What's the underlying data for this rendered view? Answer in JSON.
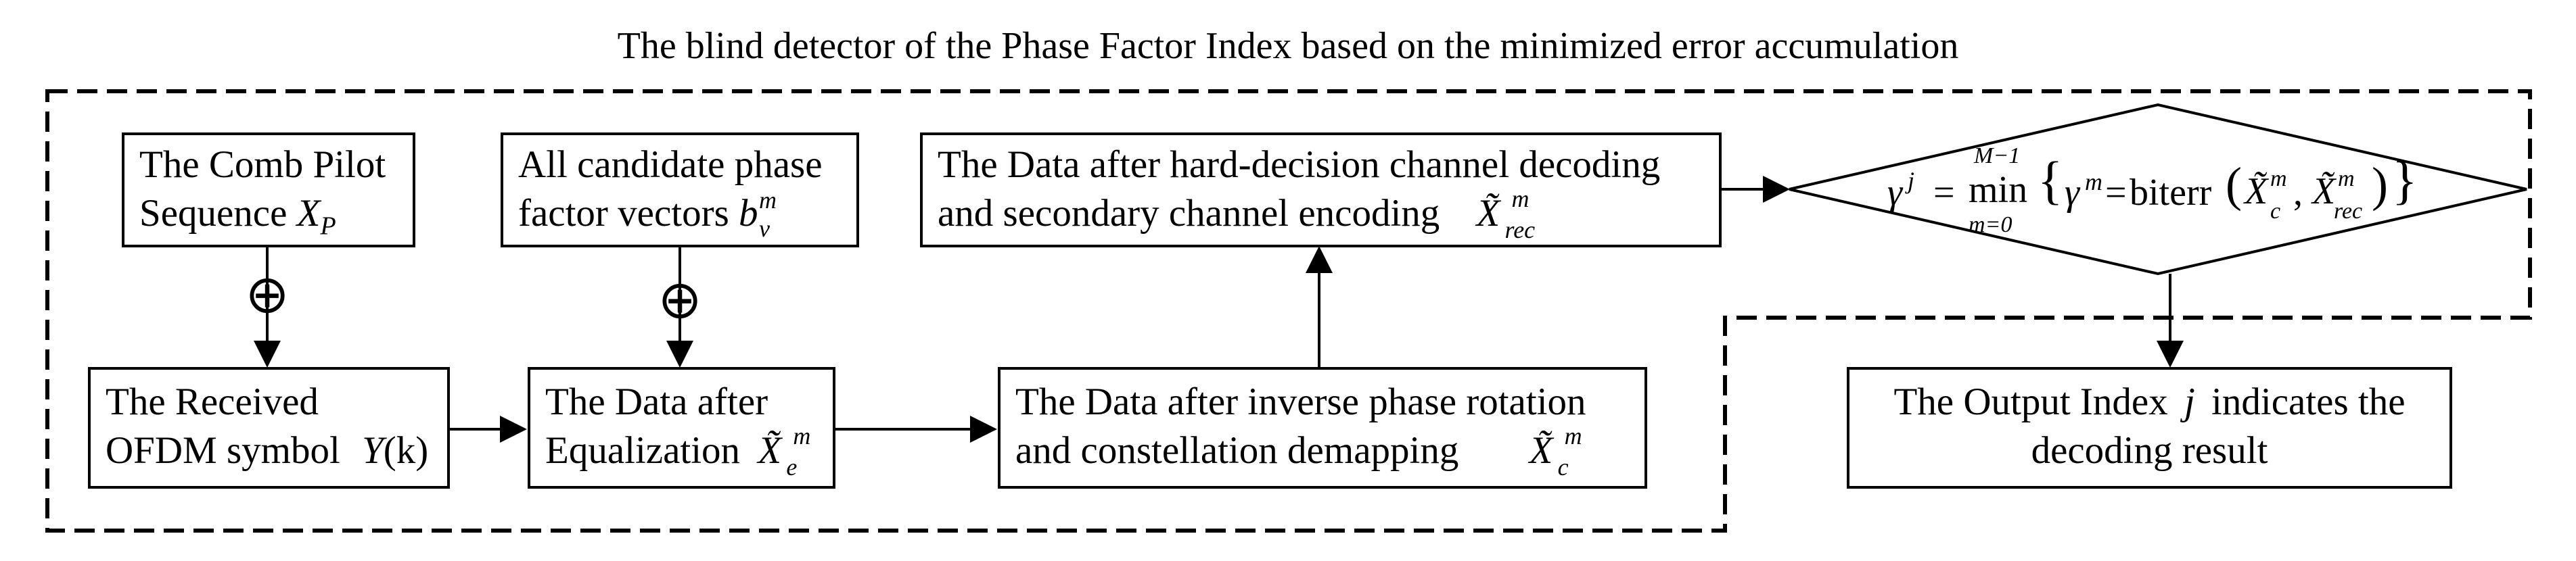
{
  "title": "The blind detector of the Phase Factor Index based on the minimized error accumulation",
  "nodes": {
    "comb_pilot": {
      "line1": "The Comb Pilot",
      "line2": "Sequence",
      "symbol": "X",
      "symbol_sub": "P"
    },
    "candidate": {
      "line1": "All candidate phase",
      "line2": "factor vectors",
      "symbol": "b",
      "symbol_sub": "v",
      "symbol_sup": "m"
    },
    "received": {
      "line1": "The Received",
      "line2": "OFDM symbol",
      "symbol": "Y",
      "symbol_arg": "(k)"
    },
    "equalized": {
      "line1": "The Data after",
      "line2": "Equalization",
      "symbol": "X̃",
      "symbol_sub": "e",
      "symbol_sup": "m"
    },
    "demapped": {
      "line1": "The Data after inverse phase rotation",
      "line2": "and constellation demapping",
      "symbol": "X̃",
      "symbol_sub": "c",
      "symbol_sup": "m"
    },
    "reencoded": {
      "line1": "The Data after hard-decision channel decoding",
      "line2": "and secondary channel encoding",
      "symbol": "X̃",
      "symbol_sub": "rec",
      "symbol_sup": "m"
    },
    "output": {
      "line1": "The Output Index",
      "symbol": "j",
      "line1_end": "indicates the",
      "line2": "decoding result"
    }
  },
  "decision": {
    "lhs": "γ",
    "lhs_sup": "j",
    "op": "min",
    "upper": "M−1",
    "lower": "m=0",
    "gamma": "γ",
    "gamma_sup": "m",
    "func": "biterr",
    "arg1": "X̃",
    "arg1_sub": "c",
    "arg1_sup": "m",
    "arg2": "X̃",
    "arg2_sub": "rec",
    "arg2_sup": "m"
  },
  "operators": {
    "xor": "⊕"
  }
}
